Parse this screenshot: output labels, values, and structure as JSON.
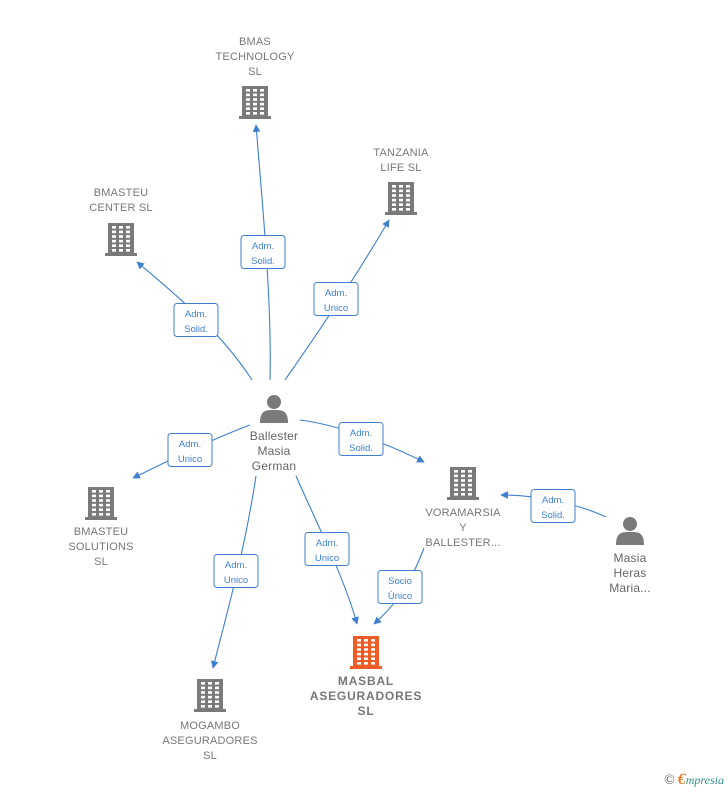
{
  "colors": {
    "edge": "#3f7fd0",
    "company": "#7a7a7a",
    "company_highlight": "#f05a24",
    "person": "#7a7a7a"
  },
  "nodes": [
    {
      "id": "bmas",
      "kind": "company",
      "icon": "building-icon",
      "lines": [
        "BMAS",
        "TECHNOLOGY",
        "SL"
      ]
    },
    {
      "id": "tanzania",
      "kind": "company",
      "icon": "building-icon",
      "lines": [
        "TANZANIA",
        "LIFE  SL"
      ]
    },
    {
      "id": "bmasteu_center",
      "kind": "company",
      "icon": "building-icon",
      "lines": [
        "BMASTEU",
        "CENTER  SL"
      ]
    },
    {
      "id": "ballester",
      "kind": "person",
      "icon": "person-icon",
      "lines": [
        "Ballester",
        "Masia",
        "German"
      ]
    },
    {
      "id": "bmasteu_solutions",
      "kind": "company",
      "icon": "building-icon",
      "lines": [
        "BMASTEU",
        "SOLUTIONS",
        "SL"
      ]
    },
    {
      "id": "voramarsia",
      "kind": "company",
      "icon": "building-icon",
      "lines": [
        "VORAMARSIA",
        "Y",
        "BALLESTER..."
      ]
    },
    {
      "id": "masia_heras",
      "kind": "person",
      "icon": "person-icon",
      "lines": [
        "Masia",
        "Heras",
        "Maria..."
      ]
    },
    {
      "id": "masbal",
      "kind": "company",
      "icon": "building-icon",
      "highlight": true,
      "lines": [
        "MASBAL",
        "ASEGURADORES",
        "SL"
      ]
    },
    {
      "id": "mogambo",
      "kind": "company",
      "icon": "building-icon",
      "lines": [
        "MOGAMBO",
        "ASEGURADORES",
        "SL"
      ]
    }
  ],
  "edges": [
    {
      "from": "ballester",
      "to": "bmas",
      "label": [
        "Adm.",
        "Solid."
      ]
    },
    {
      "from": "ballester",
      "to": "tanzania",
      "label": [
        "Adm.",
        "Unico"
      ]
    },
    {
      "from": "ballester",
      "to": "bmasteu_center",
      "label": [
        "Adm.",
        "Solid."
      ]
    },
    {
      "from": "ballester",
      "to": "bmasteu_solutions",
      "label": [
        "Adm.",
        "Unico"
      ]
    },
    {
      "from": "ballester",
      "to": "voramarsia",
      "label": [
        "Adm.",
        "Solid."
      ]
    },
    {
      "from": "ballester",
      "to": "mogambo",
      "label": [
        "Adm.",
        "Unico"
      ]
    },
    {
      "from": "ballester",
      "to": "masbal",
      "label": [
        "Adm.",
        "Unico"
      ]
    },
    {
      "from": "voramarsia",
      "to": "masbal",
      "label": [
        "Socio",
        "Único"
      ]
    },
    {
      "from": "masia_heras",
      "to": "voramarsia",
      "label": [
        "Adm.",
        "Solid."
      ]
    }
  ],
  "watermark": {
    "copyright": "©",
    "brand_initial": "€",
    "brand_rest": "mpresia"
  }
}
